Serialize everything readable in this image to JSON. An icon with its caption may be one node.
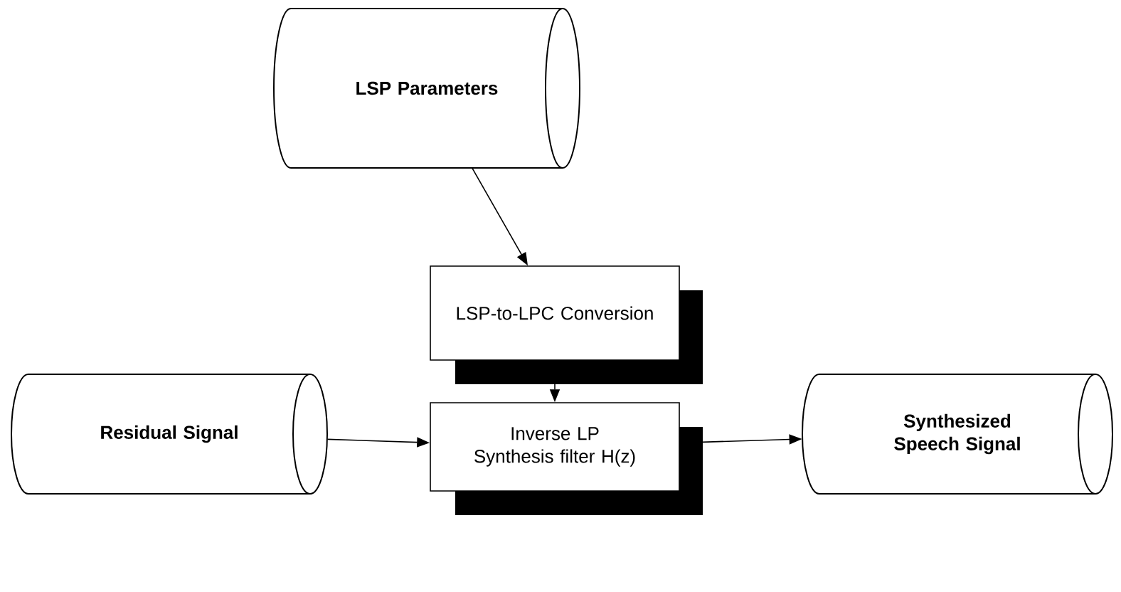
{
  "diagram": {
    "nodes": [
      {
        "text": [
          "LSP Parameters"
        ]
      },
      {
        "text": [
          "LSP-to-LPC Conversion"
        ]
      },
      {
        "text": [
          "Residual Signal"
        ]
      },
      {
        "text": [
          "Inverse LP Synthesis filter H(z)"
        ]
      },
      {
        "text": [
          "Synthesized Speech Signal"
        ]
      }
    ],
    "edges": [
      {
        "from": 0,
        "to": 1,
        "arrow": "to"
      },
      {
        "from": 1,
        "to": 3,
        "arrow": "to"
      },
      {
        "from": 2,
        "to": 3,
        "arrow": "to"
      },
      {
        "from": 3,
        "to": 4,
        "arrow": "to"
      }
    ]
  }
}
